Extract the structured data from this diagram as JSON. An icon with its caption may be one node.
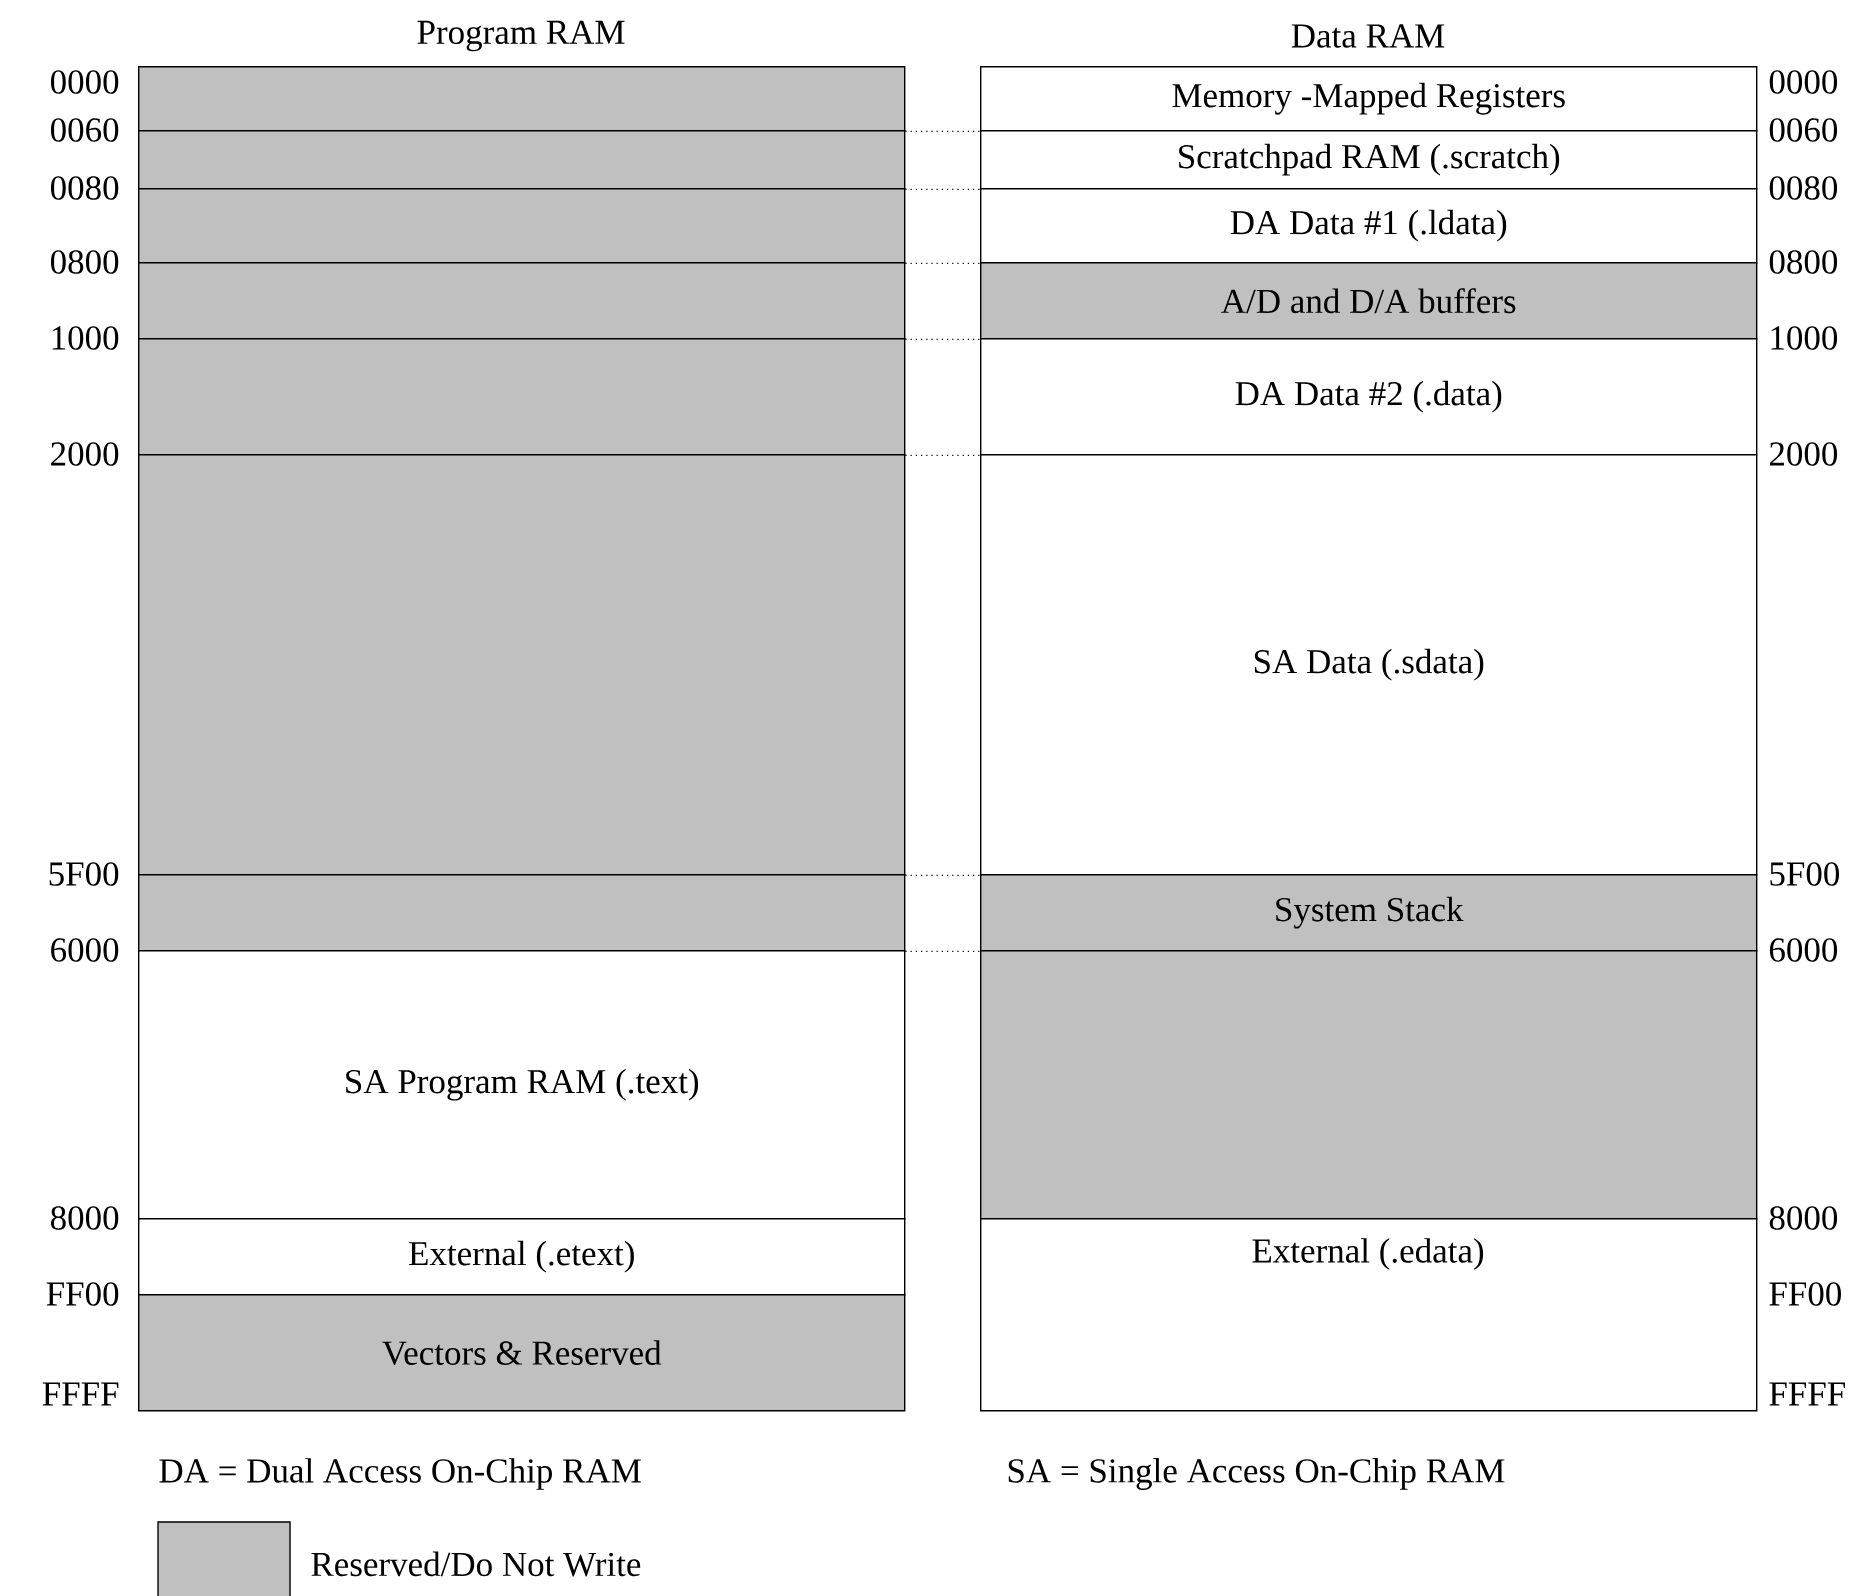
{
  "diagram": {
    "nodes": [
      {
        "text": [],
        "shape": "box"
      },
      {
        "text": [],
        "shape": "box"
      },
      {
        "text": [],
        "shape": "box"
      },
      {
        "text": [],
        "shape": "box"
      },
      {
        "text": [],
        "shape": "box"
      },
      {
        "text": [],
        "shape": "box"
      },
      {
        "text": [],
        "shape": "box"
      },
      {
        "text": [
          "SA Program RAM (.text)"
        ]
      },
      {
        "text": [
          "External (.etext)"
        ]
      },
      {
        "text": [
          "Vectors & Reserved"
        ]
      },
      {
        "text": [
          "Memory -Mapped Registers"
        ]
      },
      {
        "text": [
          "Scratchpad RAM (.scratch)"
        ]
      },
      {
        "text": [
          "DA Data #1 (.ldata)"
        ]
      },
      {
        "text": [
          "A/D and D/A buffers"
        ]
      },
      {
        "text": [
          "DA Data #2 (.data)"
        ]
      },
      {
        "text": [
          "SA Data (.sdata)"
        ]
      },
      {
        "text": [
          "System Stack"
        ]
      },
      {
        "text": [],
        "shape": "box"
      },
      {
        "text": [
          "External (.edata)"
        ]
      }
    ],
    "edges": [
      {
        "from": 0,
        "to": 10,
        "arrow": "none",
        "style": "dashed"
      },
      {
        "from": 1,
        "to": 11,
        "arrow": "none",
        "style": "dashed"
      },
      {
        "from": 2,
        "to": 12,
        "arrow": "none",
        "style": "dashed"
      },
      {
        "from": 3,
        "to": 13,
        "arrow": "none",
        "style": "dashed"
      },
      {
        "from": 4,
        "to": 14,
        "arrow": "none",
        "style": "dashed"
      },
      {
        "from": 5,
        "to": 15,
        "arrow": "none",
        "style": "dashed"
      },
      {
        "from": 6,
        "to": 16,
        "arrow": "none",
        "style": "dashed"
      }
    ],
    "labels": [
      "Program RAM",
      "Data RAM",
      "0000",
      "0060",
      "0080",
      "0800",
      "1000",
      "2000",
      "5F00",
      "6000",
      "8000",
      "FF00",
      "FFFF",
      "0000",
      "0060",
      "0080",
      "0800",
      "1000",
      "2000",
      "5F00",
      "6000",
      "8000",
      "FF00",
      "FFFF",
      "DA = Dual Access On-Chip RAM",
      "SA = Single Access On-Chip RAM"
    ],
    "legend": [
      {
        "text": "Reserved/Do Not Write",
        "color": "#c0c0c0"
      }
    ]
  }
}
